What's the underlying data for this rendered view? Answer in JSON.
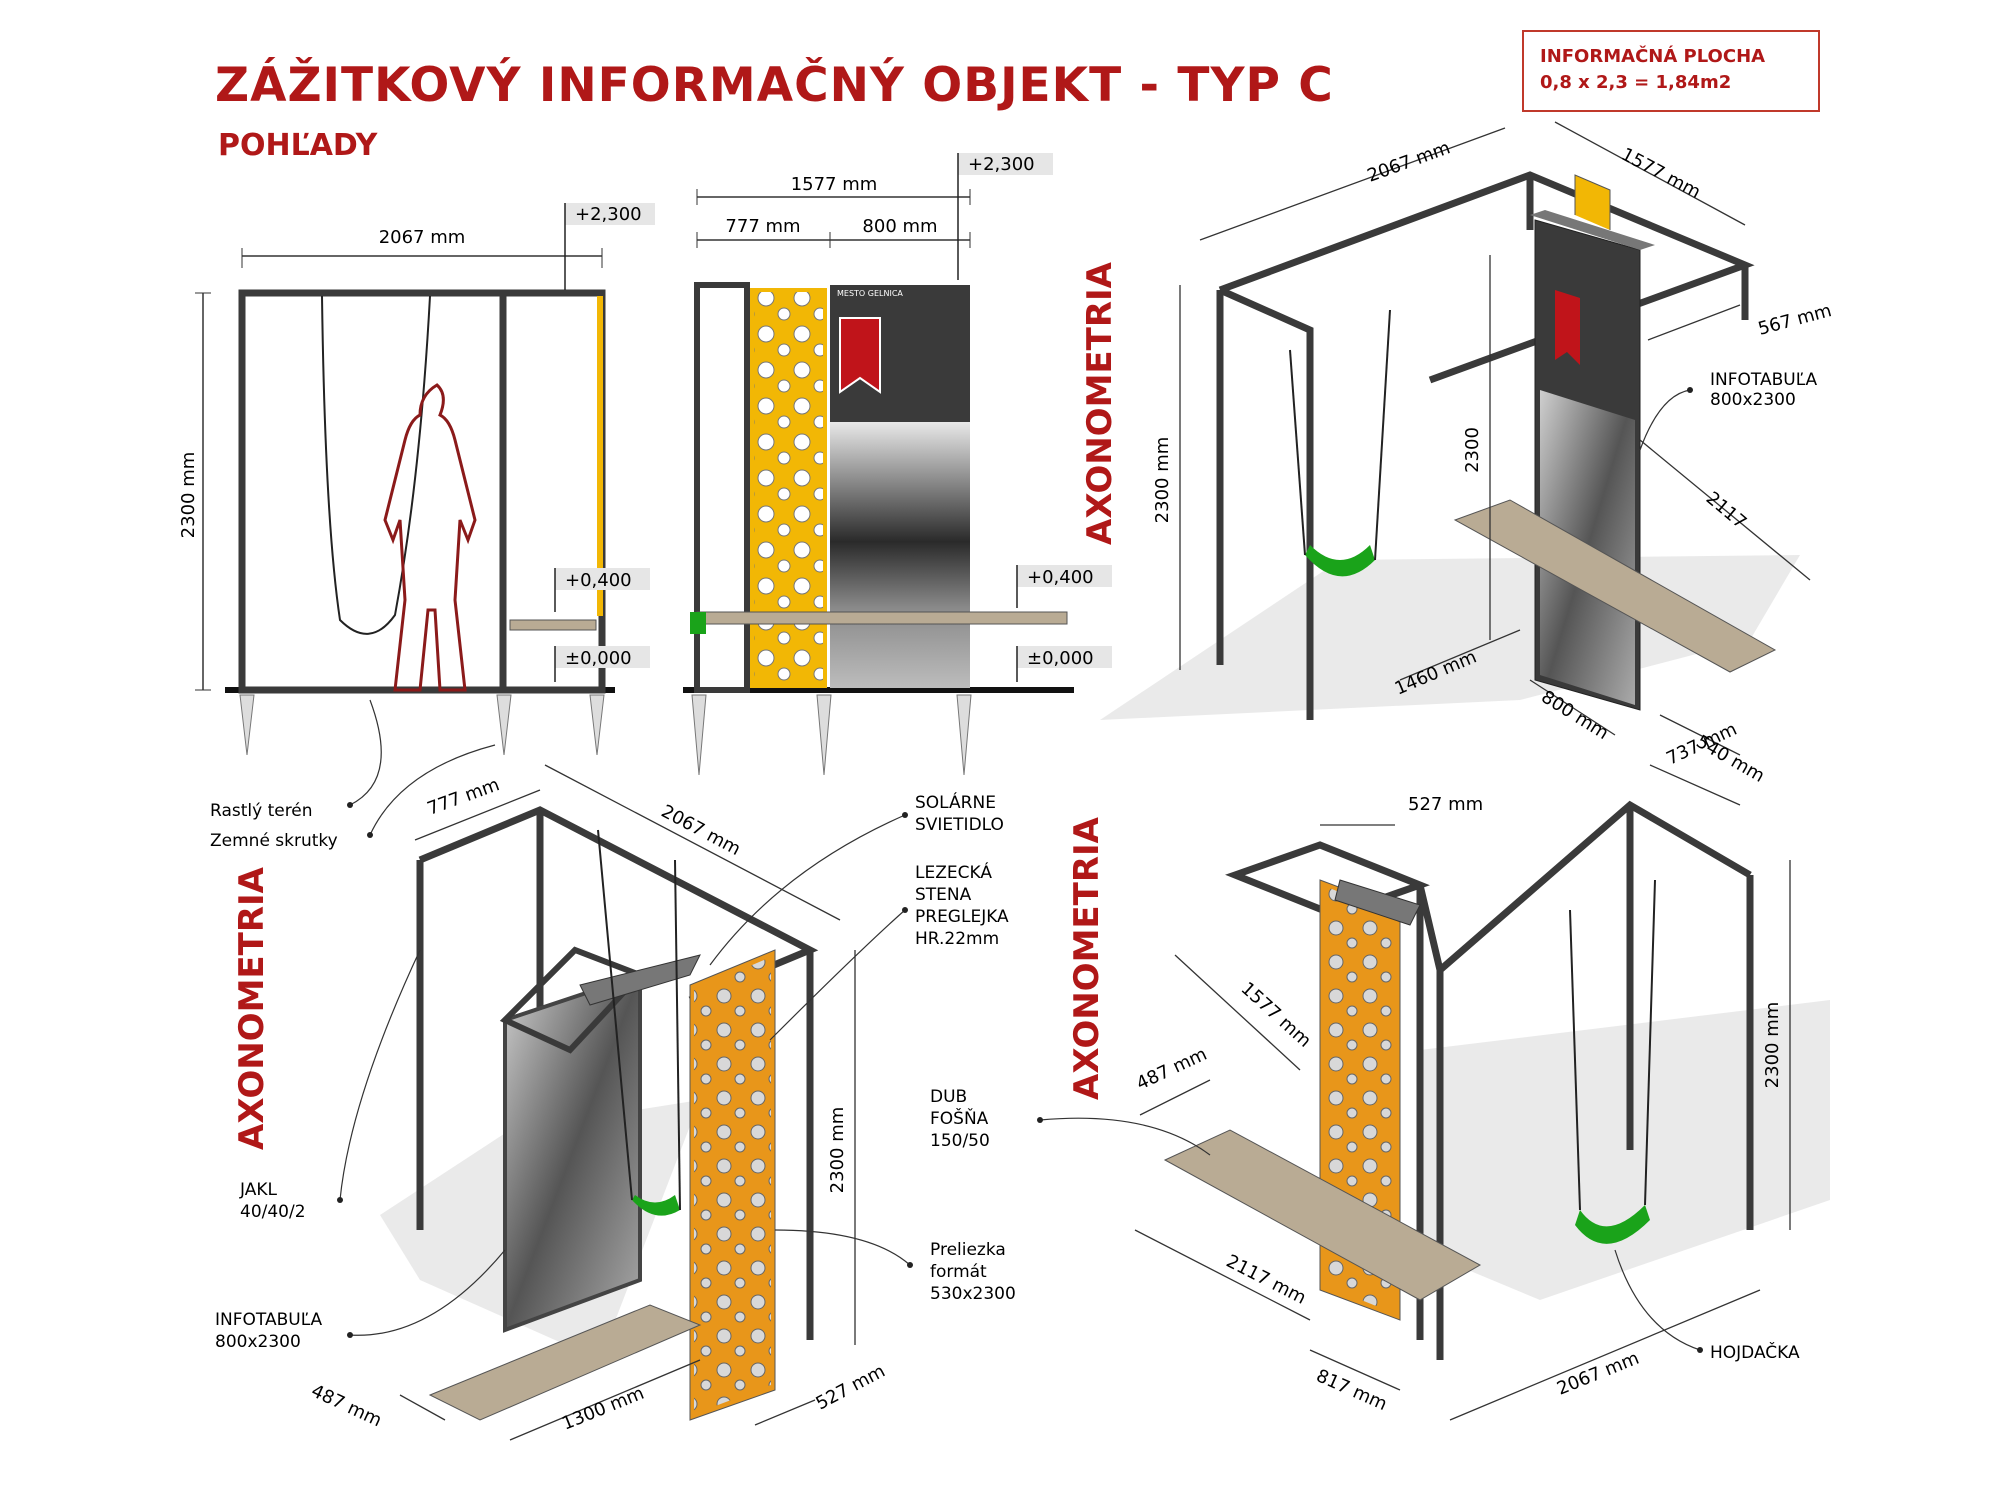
{
  "title": "ZÁŽITKOVÝ INFORMAČNÝ OBJEKT - TYP C",
  "subtitle": "POHĽADY",
  "info_box": {
    "line1": "INFORMAČNÁ PLOCHA",
    "line2": "0,8 x 2,3 = 1,84m2"
  },
  "axonometria_label": "AXONOMETRIA",
  "colors": {
    "title_red": "#b01818",
    "frame": "#3a3a3a",
    "yellow": "#f2b705",
    "orange": "#e8961a",
    "wood": "#b9ab94",
    "seat_green": "#1aa31a",
    "logo_red": "#c0141a"
  },
  "elevation_left": {
    "width_dim": "2067 mm",
    "height_dim": "2300 mm",
    "level_top": "+2,300",
    "level_bench": "+0,400",
    "level_ground": "±0,000"
  },
  "elevation_right": {
    "width_total": "1577 mm",
    "width_a": "777 mm",
    "width_b": "800 mm",
    "level_top": "+2,300",
    "level_bench": "+0,400",
    "level_ground": "±0,000",
    "logo_text": "MESTO GELNICA"
  },
  "axo_top": {
    "dim_width": "2067 mm",
    "dim_depth": "1577 mm",
    "dim_567": "567 mm",
    "dim_height": "2300 mm",
    "dim_2300": "2300",
    "dim_2117": "2117",
    "dim_1460": "1460 mm",
    "dim_800": "800 mm",
    "dim_540": "540 mm",
    "dim_737": "737 mm",
    "label_infotabula": "INFOTABUĽA",
    "label_infotabula_size": "800x2300"
  },
  "axo_bottom_left": {
    "dim_777": "777 mm",
    "dim_2067": "2067 mm",
    "dim_2300": "2300 mm",
    "dim_487": "487 mm",
    "dim_1300": "1300 mm",
    "dim_527": "527 mm"
  },
  "axo_bottom_right": {
    "dim_527": "527 mm",
    "dim_1577": "1577 mm",
    "dim_487": "487 mm",
    "dim_2117": "2117 mm",
    "dim_817": "817 mm",
    "dim_2067": "2067 mm",
    "dim_2300": "2300 mm"
  },
  "annotations": {
    "rastly_teren": "Rastlý terén",
    "zemne_skrutky": "Zemné skrutky",
    "solarne": [
      "SOLÁRNE",
      "SVIETIDLO"
    ],
    "lezecka": [
      "LEZECKÁ",
      "STENA",
      "PREGLEJKA",
      "HR.22mm"
    ],
    "jakl": [
      "JAKL",
      "40/40/2"
    ],
    "preliezka": [
      "Preliezka",
      "formát",
      "530x2300"
    ],
    "infotabula": [
      "INFOTABUĽA",
      "800x2300"
    ],
    "dub": [
      "DUB",
      "FOŠŇA",
      "150/50"
    ],
    "hojdacka": "HOJDAČKA"
  }
}
